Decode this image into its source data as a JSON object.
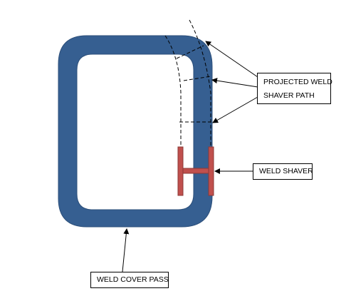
{
  "labels": {
    "projected_path_line1": "PROJECTED WELD",
    "projected_path_line2": "SHAVER PATH",
    "weld_shaver": "WELD SHAVER",
    "weld_cover_pass": "WELD COVER PASS"
  },
  "colors": {
    "weld_cover_pass": "#365f91",
    "weld_shaver": "#c0504d",
    "weld_shaver_outline": "#8c3836",
    "lines": "#000000",
    "background": "#ffffff"
  }
}
